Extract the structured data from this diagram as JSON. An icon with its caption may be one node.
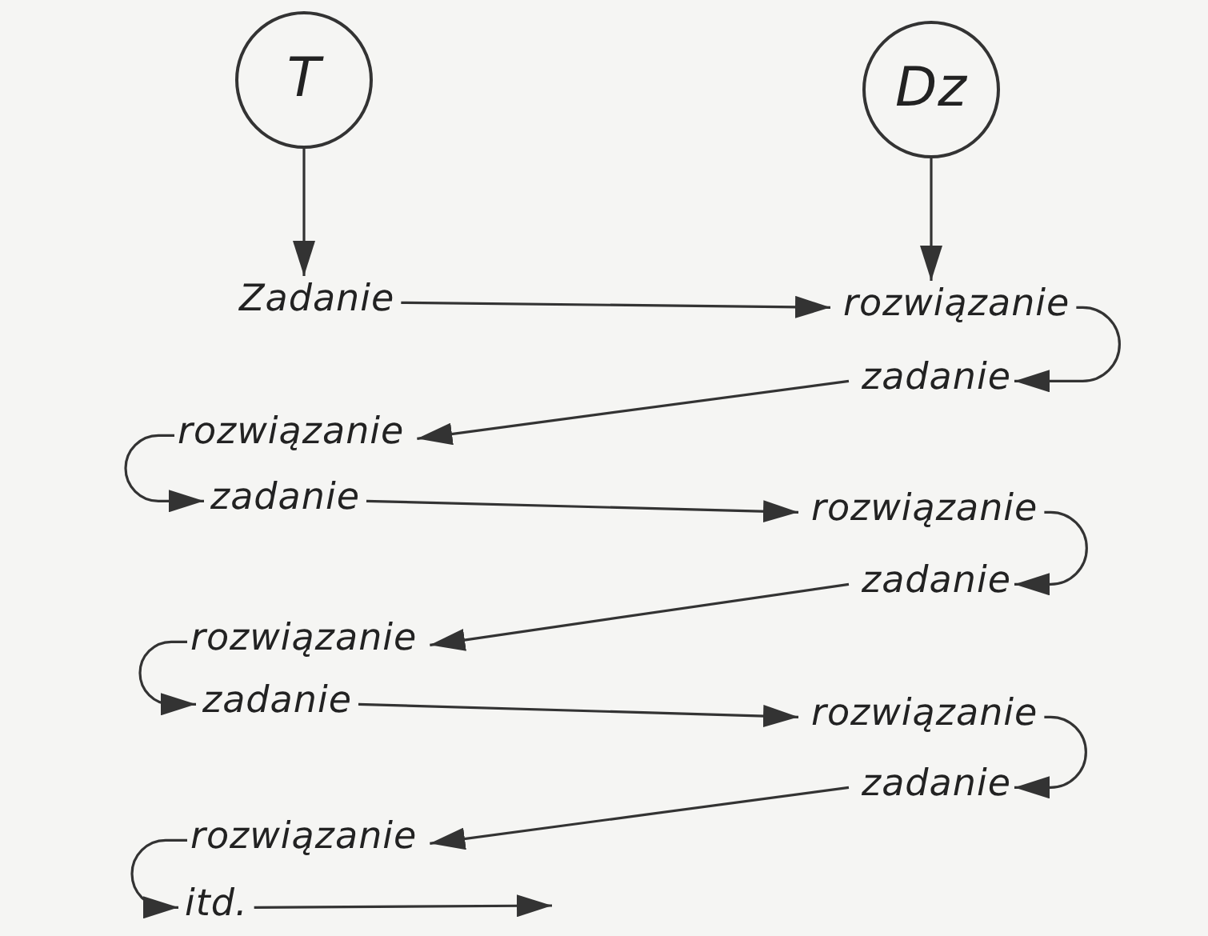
{
  "diagram": {
    "nodes": [
      {
        "text": [
          "T"
        ]
      },
      {
        "text": [
          "Dz"
        ]
      },
      {
        "text": [
          "Zadanie"
        ]
      },
      {
        "text": [
          "rozwiązanie"
        ]
      },
      {
        "text": [
          "zadanie"
        ]
      },
      {
        "text": [
          "rozwiązanie"
        ]
      },
      {
        "text": [
          "zadanie"
        ]
      },
      {
        "text": [
          "rozwiązanie"
        ]
      },
      {
        "text": [
          "zadanie"
        ]
      },
      {
        "text": [
          "rozwiązanie"
        ]
      },
      {
        "text": [
          "zadanie"
        ]
      },
      {
        "text": [
          "rozwiązanie"
        ]
      },
      {
        "text": [
          "zadanie"
        ]
      },
      {
        "text": [
          "rozwiązanie"
        ]
      },
      {
        "text": [
          "itd."
        ]
      }
    ],
    "edges": [
      {
        "from": 0,
        "to": 2,
        "arrow": "to"
      },
      {
        "from": 1,
        "to": 3,
        "arrow": "to"
      },
      {
        "from": 2,
        "to": 3,
        "arrow": "to"
      },
      {
        "from": 3,
        "to": 4,
        "arrow": "to"
      },
      {
        "from": 4,
        "to": 5,
        "arrow": "to"
      },
      {
        "from": 5,
        "to": 6,
        "arrow": "to"
      },
      {
        "from": 6,
        "to": 7,
        "arrow": "to"
      },
      {
        "from": 7,
        "to": 8,
        "arrow": "to"
      },
      {
        "from": 8,
        "to": 9,
        "arrow": "to"
      },
      {
        "from": 9,
        "to": 10,
        "arrow": "to"
      },
      {
        "from": 10,
        "to": 11,
        "arrow": "to"
      },
      {
        "from": 11,
        "to": 12,
        "arrow": "to"
      },
      {
        "from": 12,
        "to": 13,
        "arrow": "to"
      },
      {
        "from": 13,
        "to": 14,
        "arrow": "to"
      },
      {
        "from": 14,
        "to": null,
        "arrow": "to"
      }
    ]
  }
}
